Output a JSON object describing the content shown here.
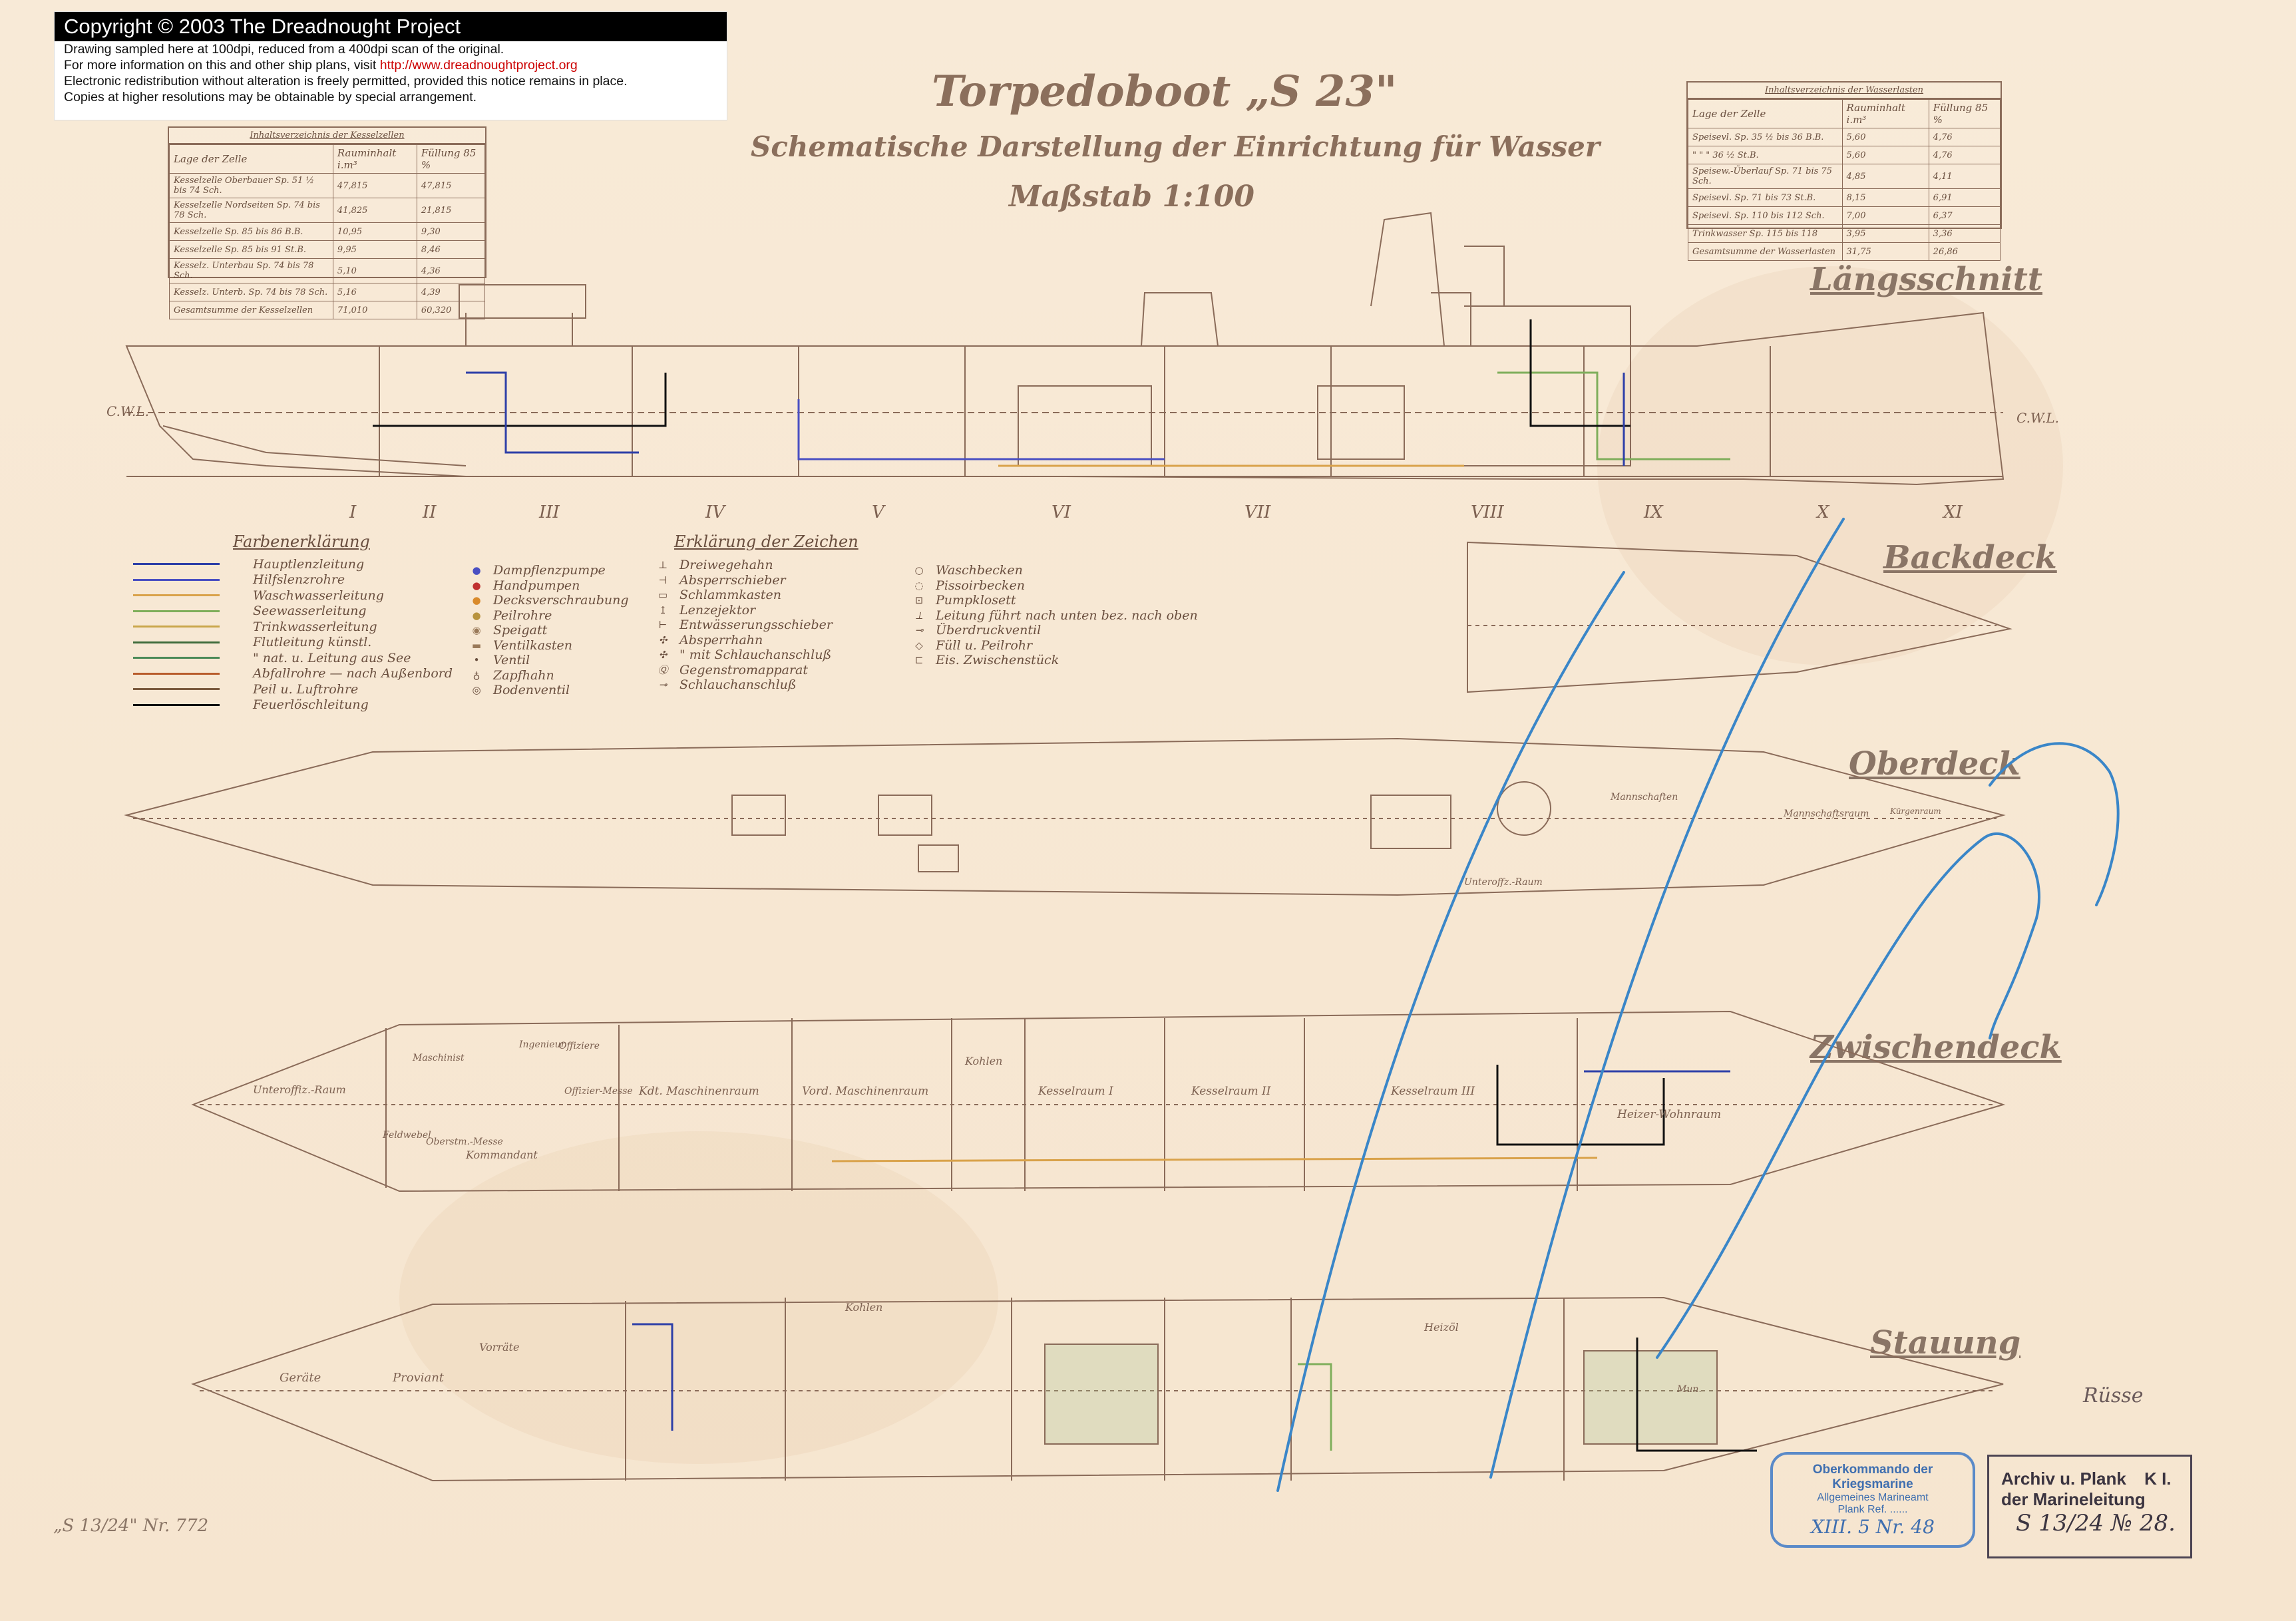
{
  "notice": {
    "heading": "Copyright © 2003 The Dreadnought Project",
    "line1": "Drawing sampled here at 100dpi, reduced from a 400dpi scan of the original.",
    "line2_prefix": "For more information on this and other ship plans, visit ",
    "line2_url": "http://www.dreadnoughtproject.org",
    "line3": "Electronic redistribution without alteration is freely permitted, provided this notice remains in place.",
    "line4": "Copies at higher resolutions may be obtainable by special arrangement."
  },
  "title": {
    "main": "Torpedoboot „S 23\"",
    "subtitle": "Schematische Darstellung der Einrichtung für Wasser",
    "scale": "Maßstab 1:100"
  },
  "sections": {
    "longitudinal": "Längsschnitt",
    "backdeck": "Backdeck",
    "oberdeck": "Oberdeck",
    "zwischendeck": "Zwischendeck",
    "stauung": "Stauung"
  },
  "cwl_label": "C.W.L.",
  "frame_numerals": [
    "I",
    "II",
    "III",
    "IV",
    "V",
    "VI",
    "VII",
    "VIII",
    "IX",
    "X",
    "XI"
  ],
  "boiler_table": {
    "caption": "Inhaltsverzeichnis der Kesselzellen",
    "headers": [
      "Lage der Zelle",
      "Rauminhalt i.m³",
      "Füllung 85 %"
    ],
    "rows": [
      [
        "Kesselzelle Oberbauer Sp. 51 ½ bis 74 Sch.",
        "47,815",
        "47,815"
      ],
      [
        "Kesselzelle Nordseiten Sp. 74 bis 78 Sch.",
        "41,825",
        "21,815"
      ],
      [
        "Kesselzelle Sp. 85 bis 86 B.B.",
        "10,95",
        "9,30"
      ],
      [
        "Kesselzelle Sp. 85 bis 91 St.B.",
        "9,95",
        "8,46"
      ],
      [
        "Kesselz. Unterbau Sp. 74 bis 78 Sch.",
        "5,10",
        "4,36"
      ],
      [
        "Kesselz. Unterb. Sp. 74 bis 78 Sch.",
        "5,16",
        "4,39"
      ],
      [
        "Gesamtsumme der Kesselzellen",
        "71,010",
        "60,320"
      ]
    ]
  },
  "water_table": {
    "caption": "Inhaltsverzeichnis der Wasserlasten",
    "headers": [
      "Lage der Zelle",
      "Rauminhalt i.m³",
      "Füllung 85 %"
    ],
    "rows": [
      [
        "Speisevl. Sp. 35 ½ bis 36 B.B.",
        "5,60",
        "4,76"
      ],
      [
        "\" \" \" 36 ½ St.B.",
        "5,60",
        "4,76"
      ],
      [
        "Speisew.-Überlauf Sp. 71 bis 75 Sch.",
        "4,85",
        "4,11"
      ],
      [
        "Speisevl. Sp. 71 bis 73 St.B.",
        "8,15",
        "6,91"
      ],
      [
        "Speisevl. Sp. 110 bis 112 Sch.",
        "7,00",
        "6,37"
      ],
      [
        "Trinkwasser Sp. 115 bis 118",
        "3,95",
        "3,36"
      ],
      [
        "Gesamtsumme der Wasserlasten",
        "31,75",
        "26,86"
      ]
    ]
  },
  "color_legend": {
    "title": "Farbenerklärung",
    "items": [
      {
        "label": "Hauptlenzleitung",
        "color": "#2e3fa8"
      },
      {
        "label": "Hilfslenzrohre",
        "color": "#4a4fc2"
      },
      {
        "label": "Waschwasserleitung",
        "color": "#d9a24a"
      },
      {
        "label": "Seewasserleitung",
        "color": "#7fae5b"
      },
      {
        "label": "Trinkwasserleitung",
        "color": "#c9a64a"
      },
      {
        "label": "Flutleitung künstl.",
        "color": "#3e6b3a"
      },
      {
        "label": "\" nat. u. Leitung aus See",
        "color": "#4b8a57"
      },
      {
        "label": "Abfallrohre — nach Außenbord",
        "color": "#b85b2b"
      },
      {
        "label": "Peil u. Luftrohre",
        "color": "#7a5a3e"
      },
      {
        "label": "Feuerlöschleitung",
        "color": "#111111"
      }
    ]
  },
  "symbol_legend_a": {
    "items": [
      {
        "label": "Dampflenzpumpe",
        "symbol": "●",
        "color": "#4a4fc2"
      },
      {
        "label": "Handpumpen",
        "symbol": "●",
        "color": "#c03030"
      },
      {
        "label": "Decksverschraubung",
        "symbol": "●",
        "color": "#d98a2a"
      },
      {
        "label": "Peilrohre",
        "symbol": "●",
        "color": "#b8933e"
      },
      {
        "label": "Speigatt",
        "symbol": "◉",
        "color": "#9a7a5a"
      },
      {
        "label": "Ventilkasten",
        "symbol": "▬",
        "color": "#9a7a5a"
      },
      {
        "label": "Ventil",
        "symbol": "•",
        "color": "#6a4f3f"
      },
      {
        "label": "Zapfhahn",
        "symbol": "♁",
        "color": "#6a4f3f"
      },
      {
        "label": "Bodenventil",
        "symbol": "◎",
        "color": "#6a4f3f"
      }
    ]
  },
  "symbol_legend_b": {
    "title": "Erklärung der Zeichen",
    "items": [
      {
        "label": "Dreiwegehahn",
        "symbol": "⊥"
      },
      {
        "label": "Absperrschieber",
        "symbol": "⊣"
      },
      {
        "label": "Schlammkasten",
        "symbol": "▭"
      },
      {
        "label": "Lenzejektor",
        "symbol": "↥"
      },
      {
        "label": "Entwässerungsschieber",
        "symbol": "⊢"
      },
      {
        "label": "Absperrhahn",
        "symbol": "✣"
      },
      {
        "label": "\" mit Schlauchanschluß",
        "symbol": "✣"
      },
      {
        "label": "Gegenstromapparat",
        "symbol": "Ⓠ"
      },
      {
        "label": "Schlauchanschluß",
        "symbol": "⊸"
      }
    ]
  },
  "symbol_legend_c": {
    "items": [
      {
        "label": "Waschbecken",
        "symbol": "○"
      },
      {
        "label": "Pissoirbecken",
        "symbol": "◌"
      },
      {
        "label": "Pumpklosett",
        "symbol": "⊡"
      },
      {
        "label": "Leitung führt nach unten bez. nach oben",
        "symbol": "⟂"
      },
      {
        "label": "Überdruckventil",
        "symbol": "⊸"
      },
      {
        "label": "Füll u. Peilrohr",
        "symbol": "◇"
      },
      {
        "label": "Eis. Zwischenstück",
        "symbol": "⊏"
      }
    ]
  },
  "zwischendeck_rooms": [
    "Unteroffiz.-Raum",
    "Maschinist",
    "Ingenieur",
    "Offiziere",
    "Offizier-Messe",
    "Kdt. Maschinenraum",
    "Vord. Maschinenraum",
    "Kesselraum I",
    "Kesselraum II",
    "Kesselraum III",
    "Heizer-Wohnraum",
    "Kohlen",
    "Kommandant",
    "Feldwebel",
    "Oberstm.-Messe"
  ],
  "stauung_rooms": [
    "Geräte",
    "Proviant",
    "Vorräte",
    "Kohlen",
    "Heizöl",
    "Mun."
  ],
  "oberdeck_rooms": [
    "Mannschaften",
    "Mannschaftsraum",
    "Unteroffz.-Raum",
    "Kürgenraum"
  ],
  "stamp_left": {
    "line1": "Oberkommando der Kriegsmarine",
    "line2": "Allgemeines Marineamt",
    "line3": "Plank Ref. ......",
    "line4": "XIII. 5  Nr. 48"
  },
  "stamp_right": {
    "line1": "Archiv u. Plank",
    "line2": "der Marineleitung",
    "code": "K I.",
    "ref": "S 13/24 № 28."
  },
  "bottom_left_note": "„S 13/24\" Nr. 772",
  "signature_note": "Rüsse"
}
